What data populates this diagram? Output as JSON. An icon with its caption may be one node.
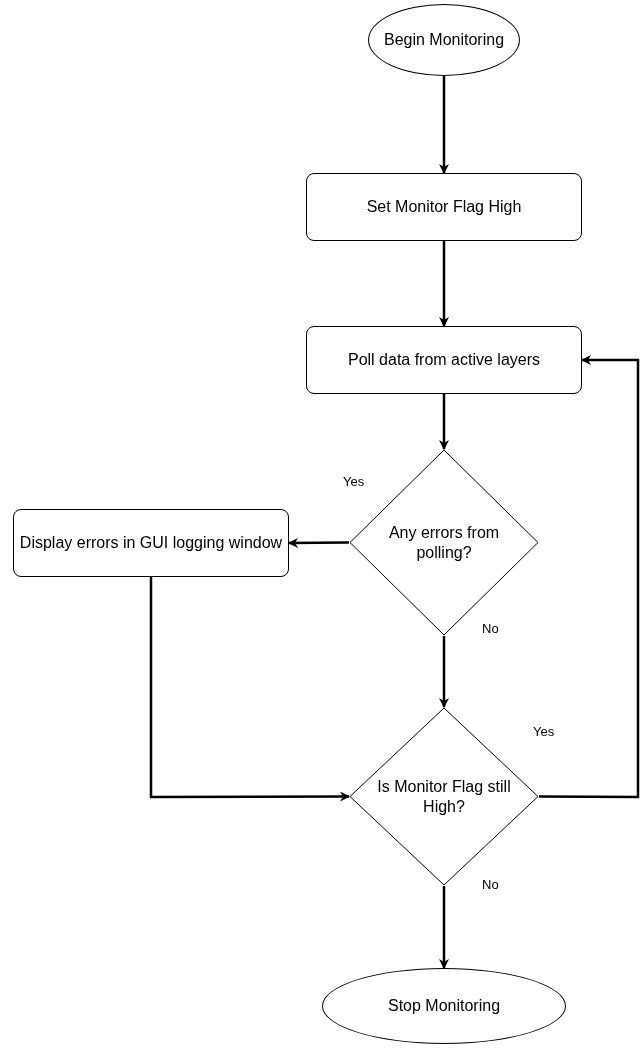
{
  "diagram": {
    "nodes": [
      {
        "text": [
          "Begin Monitoring"
        ]
      },
      {
        "text": [
          "Set Monitor Flag High"
        ]
      },
      {
        "text": [
          "Poll data from active layers"
        ]
      },
      {
        "text": [
          "Any errors from polling?"
        ]
      },
      {
        "text": [
          "Display errors in GUI logging window"
        ]
      },
      {
        "text": [
          "Is Monitor Flag still High?"
        ]
      },
      {
        "text": [
          "Stop Monitoring"
        ]
      }
    ],
    "edges": [
      {
        "from": 0,
        "to": 1,
        "arrow": "to"
      },
      {
        "from": 1,
        "to": 2,
        "arrow": "to"
      },
      {
        "from": 2,
        "to": 3,
        "arrow": "to"
      },
      {
        "from": 3,
        "to": 4,
        "arrow": "to",
        "label": "Yes"
      },
      {
        "from": 3,
        "to": 5,
        "arrow": "to",
        "label": "No"
      },
      {
        "from": 4,
        "to": 5,
        "arrow": "to"
      },
      {
        "from": 5,
        "to": 2,
        "arrow": "to",
        "label": "Yes"
      },
      {
        "from": 5,
        "to": 6,
        "arrow": "to",
        "label": "No"
      }
    ]
  }
}
